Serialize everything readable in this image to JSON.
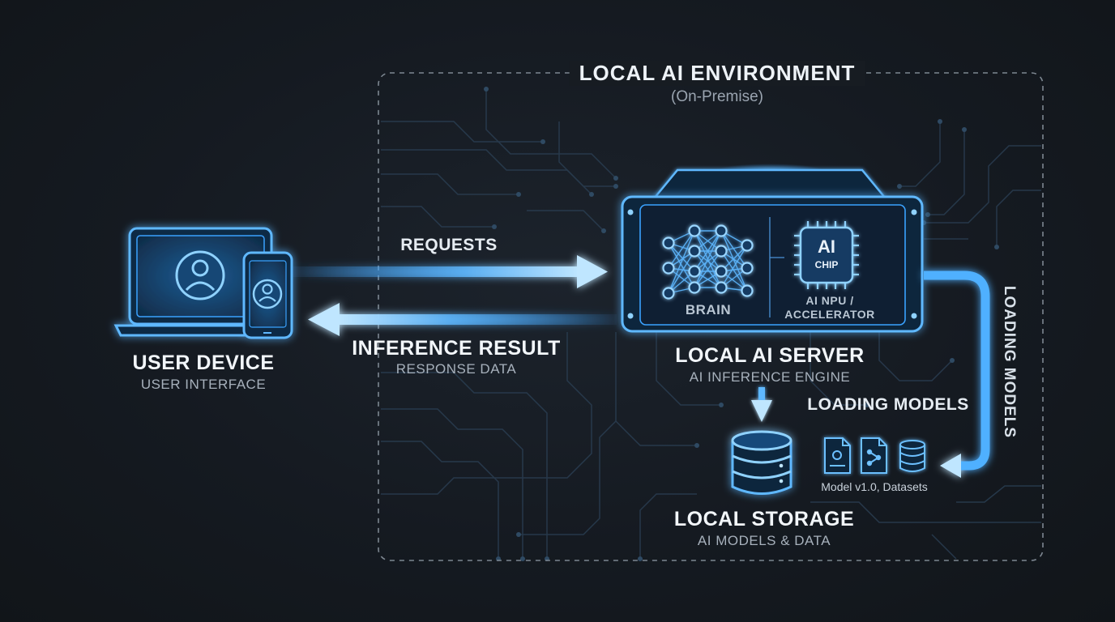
{
  "environment": {
    "title": "LOCAL AI ENVIRONMENT",
    "subtitle": "(On-Premise)"
  },
  "user_device": {
    "title": "USER DEVICE",
    "subtitle": "USER INTERFACE",
    "icons": [
      "laptop-icon",
      "smartphone-icon",
      "user-avatar-icon"
    ]
  },
  "flows": {
    "requests": "REQUESTS",
    "inference_result": "INFERENCE RESULT",
    "response_data": "RESPONSE DATA",
    "loading_models_vertical": "LOADING MODELS",
    "loading_models": "LOADING MODELS"
  },
  "server": {
    "title": "LOCAL AI SERVER",
    "subtitle": "AI INFERENCE ENGINE",
    "brain_label": "BRAIN",
    "chip_line1": "AI",
    "chip_line2": "CHIP",
    "npu_line1": "AI NPU /",
    "npu_line2": "ACCELERATOR",
    "icons": [
      "neural-network-icon",
      "ai-chip-icon"
    ]
  },
  "storage": {
    "title": "LOCAL STORAGE",
    "subtitle": "AI MODELS & DATA",
    "files_caption": "Model v1.0, Datasets",
    "icons": [
      "database-icon",
      "model-file-icon",
      "graph-file-icon",
      "dataset-icon"
    ]
  },
  "colors": {
    "accent": "#3aa2ff",
    "glow": "#62c0ff",
    "background": "#151a21",
    "dashed_border": "#7d8791"
  }
}
